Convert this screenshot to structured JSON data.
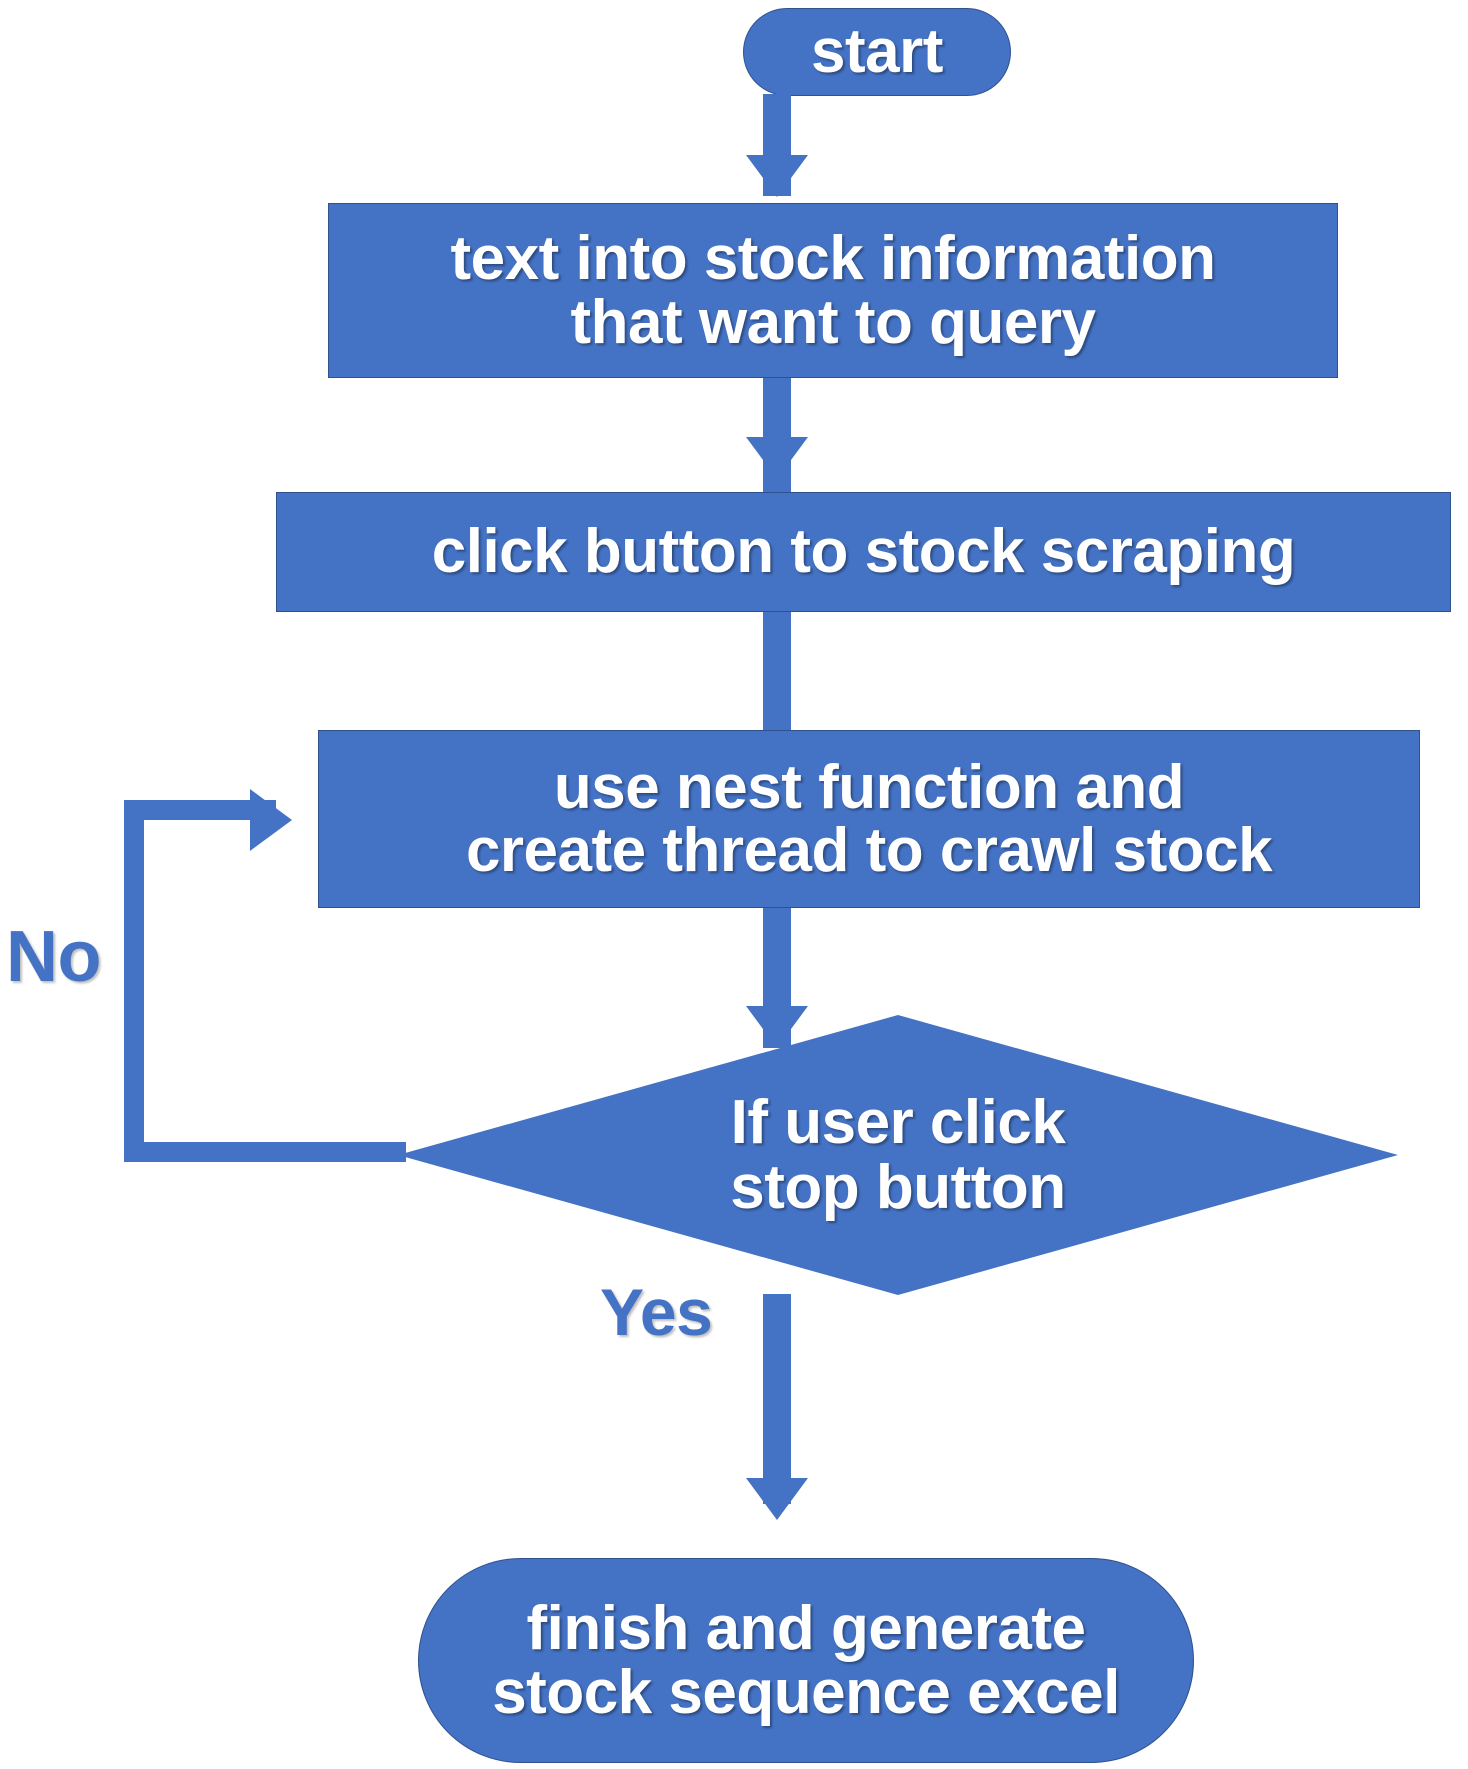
{
  "diagram": {
    "title": "stock scraping flowchart",
    "type": "flowchart",
    "background": "#FFFFFF",
    "accent_color": "#4472C4",
    "node_text_color": "#FFFFFF",
    "label_color": "#4472C4"
  },
  "nodes": {
    "start": {
      "label": "start",
      "shape": "pill"
    },
    "input_text": {
      "label": "text into stock information\nthat want to query",
      "shape": "rectangle"
    },
    "click_button": {
      "label": "click button to stock scraping",
      "shape": "rectangle"
    },
    "crawl": {
      "label": "use nest function and\ncreate thread to crawl stock",
      "shape": "rectangle"
    },
    "decision": {
      "label": "If user click\nstop button",
      "shape": "diamond"
    },
    "finish": {
      "label": "finish and generate\nstock sequence excel",
      "shape": "pill"
    }
  },
  "edges": {
    "no_label": "No",
    "yes_label": "Yes"
  }
}
